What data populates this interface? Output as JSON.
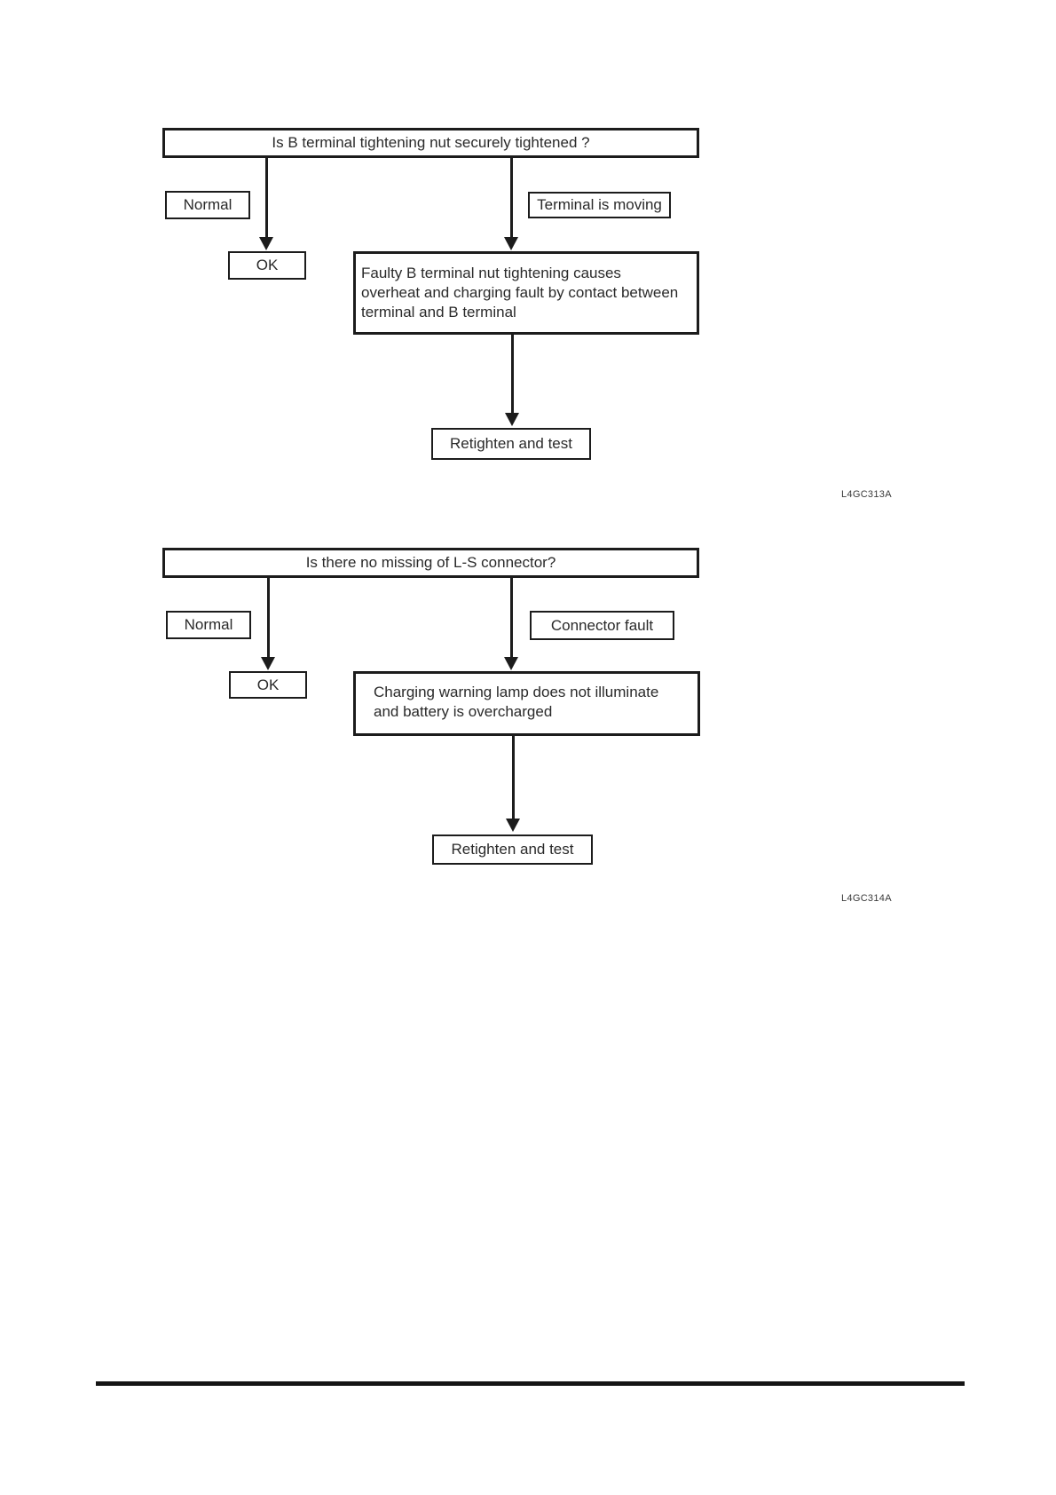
{
  "flowchart1": {
    "question": "Is B terminal tightening nut securely tightened ?",
    "branch_left_label": "Normal",
    "branch_right_label": "Terminal is moving",
    "outcome_left": "OK",
    "outcome_right": "Faulty B terminal nut tightening causes\noverheat and charging fault by contact between\nterminal and B terminal",
    "action": "Retighten and test",
    "figure_code": "L4GC313A"
  },
  "flowchart2": {
    "question": "Is there no missing of L-S connector?",
    "branch_left_label": "Normal",
    "branch_right_label": "Connector fault",
    "outcome_left": "OK",
    "outcome_right": "Charging warning lamp does not illuminate\nand battery is overcharged",
    "action": "Retighten and test",
    "figure_code": "L4GC314A"
  },
  "colors": {
    "ink": "#1c1c1c",
    "paper": "#ffffff"
  }
}
